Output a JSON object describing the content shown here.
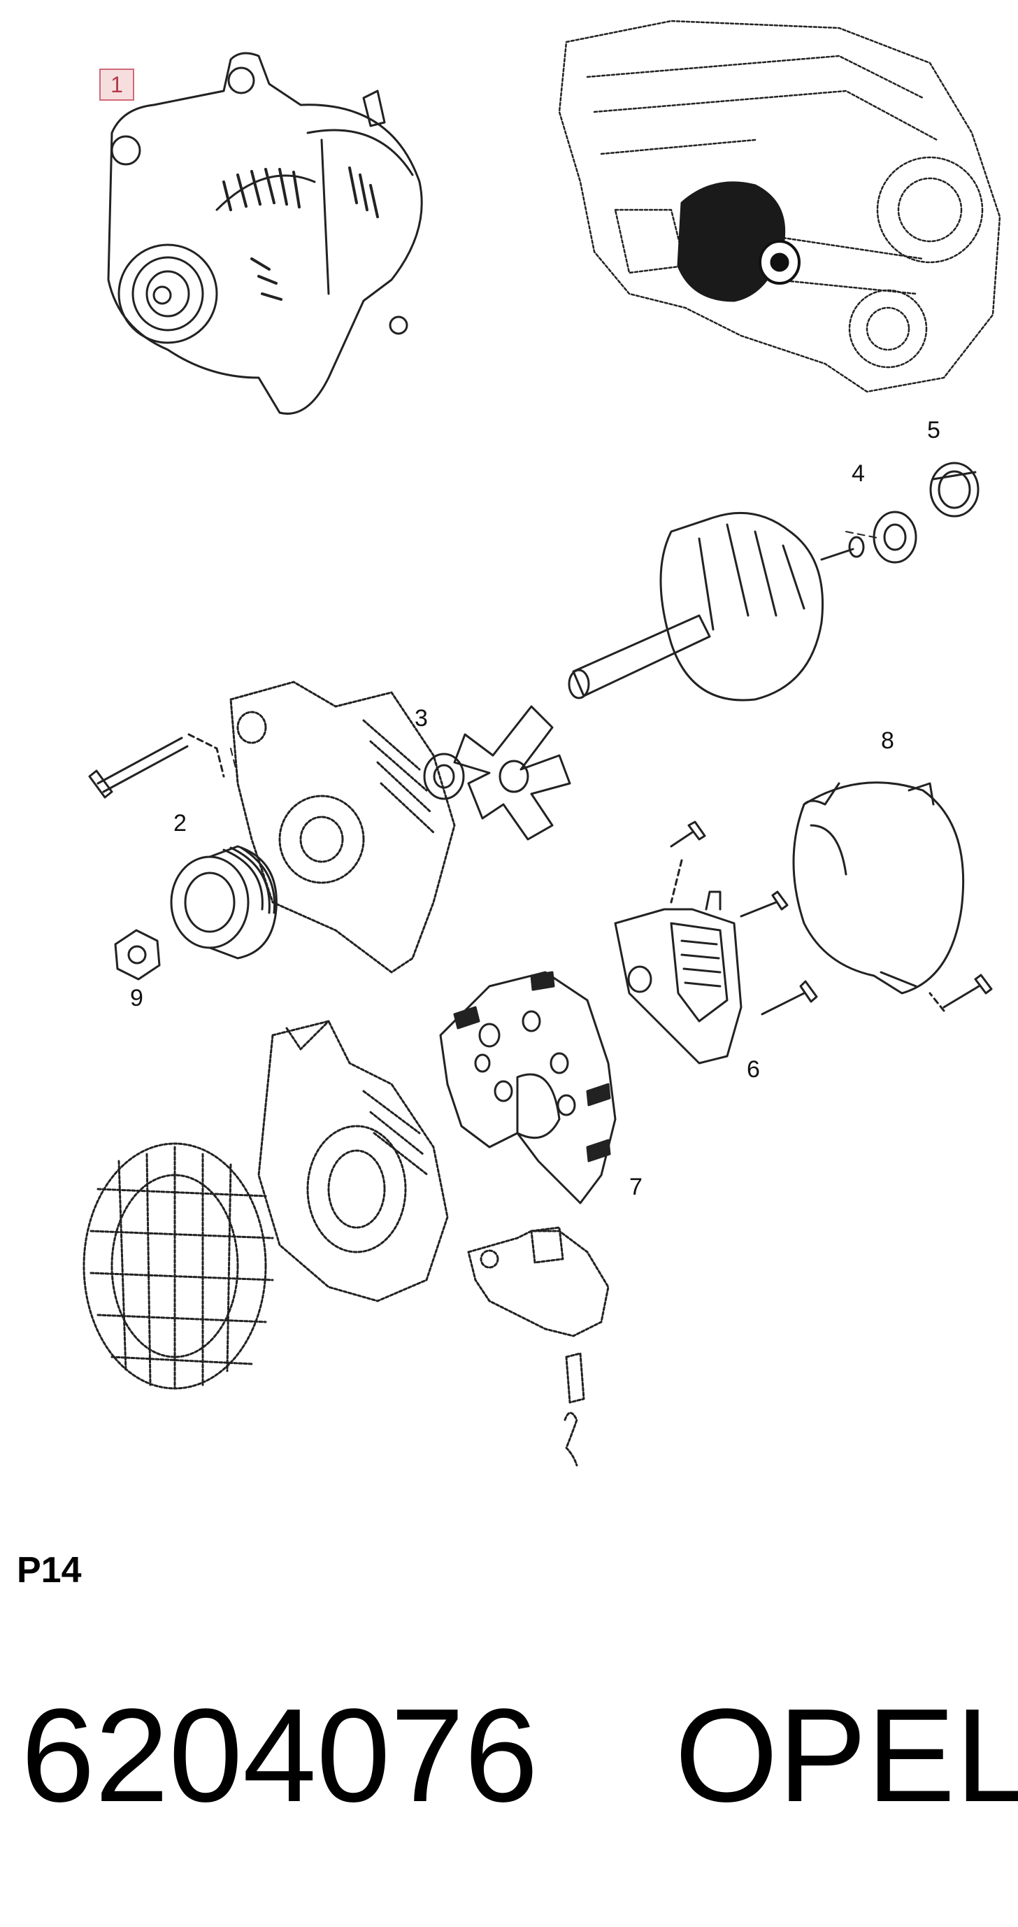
{
  "diagram": {
    "callouts": {
      "c1": "1",
      "c2": "2",
      "c3": "3",
      "c4": "4",
      "c5": "5",
      "c6": "6",
      "c7": "7",
      "c8": "8",
      "c9": "9"
    },
    "colors": {
      "line": "#222222",
      "callout_highlight_border": "#d06a7a",
      "callout_highlight_fill": "#f7dede"
    }
  },
  "footer": {
    "page_code": "P14",
    "part_number": "6204076",
    "brand": "OPEL"
  }
}
